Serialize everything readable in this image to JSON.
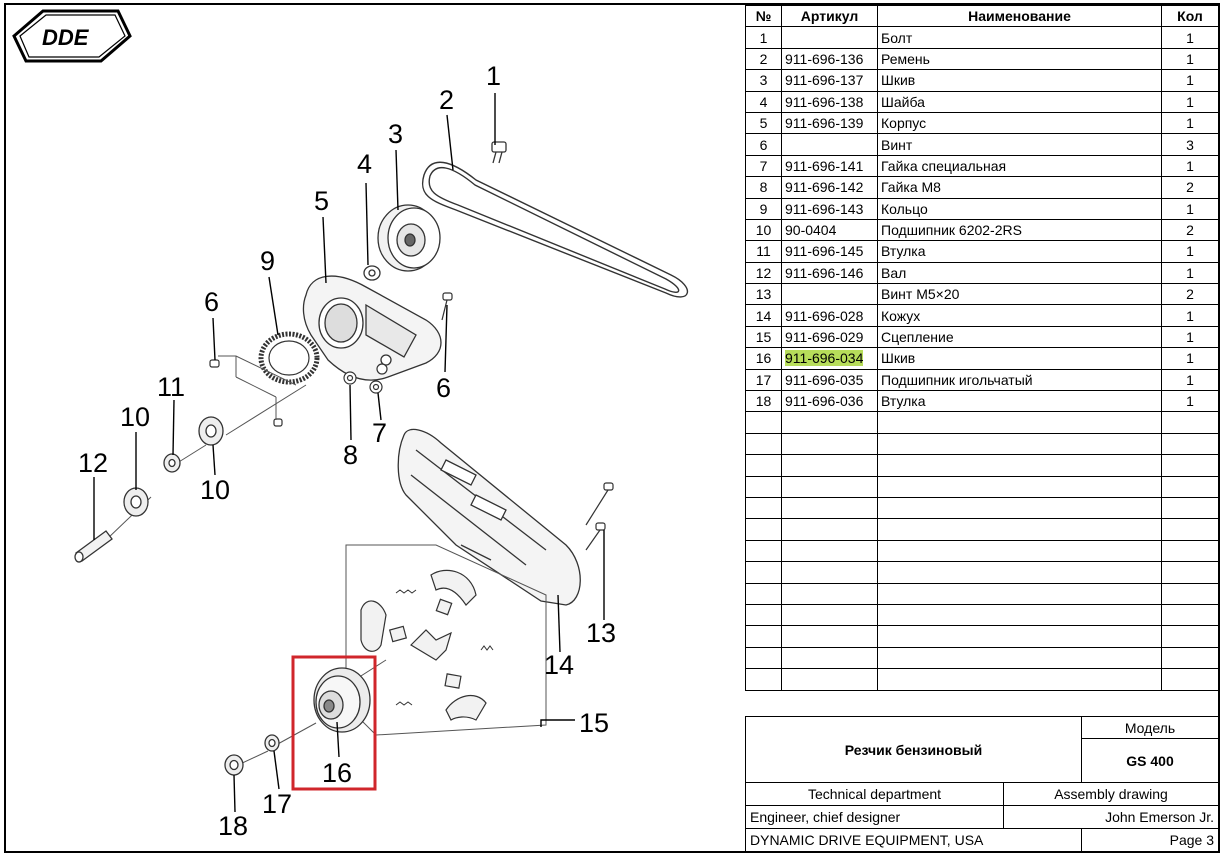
{
  "logo": {
    "text": "DDE"
  },
  "table": {
    "headers": {
      "no": "№",
      "article": "Артикул",
      "name": "Наименование",
      "qty": "Кол"
    },
    "rows": [
      {
        "no": "1",
        "article": "",
        "name": "Болт",
        "qty": "1"
      },
      {
        "no": "2",
        "article": "911-696-136",
        "name": "Ремень",
        "qty": "1"
      },
      {
        "no": "3",
        "article": "911-696-137",
        "name": "Шкив",
        "qty": "1"
      },
      {
        "no": "4",
        "article": "911-696-138",
        "name": "Шайба",
        "qty": "1"
      },
      {
        "no": "5",
        "article": "911-696-139",
        "name": "Корпус",
        "qty": "1"
      },
      {
        "no": "6",
        "article": "",
        "name": "Винт",
        "qty": "3"
      },
      {
        "no": "7",
        "article": "911-696-141",
        "name": "Гайка специальная",
        "qty": "1"
      },
      {
        "no": "8",
        "article": "911-696-142",
        "name": "Гайка М8",
        "qty": "2"
      },
      {
        "no": "9",
        "article": "911-696-143",
        "name": "Кольцо",
        "qty": "1"
      },
      {
        "no": "10",
        "article": "90-0404",
        "name": "Подшипник 6202-2RS",
        "qty": "2"
      },
      {
        "no": "11",
        "article": "911-696-145",
        "name": "Втулка",
        "qty": "1"
      },
      {
        "no": "12",
        "article": "911-696-146",
        "name": "Вал",
        "qty": "1"
      },
      {
        "no": "13",
        "article": "",
        "name": "Винт М5×20",
        "qty": "2"
      },
      {
        "no": "14",
        "article": "911-696-028",
        "name": "Кожух",
        "qty": "1"
      },
      {
        "no": "15",
        "article": "911-696-029",
        "name": "Сцепление",
        "qty": "1"
      },
      {
        "no": "16",
        "article": "911-696-034",
        "name": "Шкив",
        "qty": "1",
        "highlight": true
      },
      {
        "no": "17",
        "article": "911-696-035",
        "name": "Подшипник игольчатый",
        "qty": "1"
      },
      {
        "no": "18",
        "article": "911-696-036",
        "name": "Втулка",
        "qty": "1"
      }
    ],
    "empty_rows": 13,
    "highlight_color": "#b7dd5a"
  },
  "title_block": {
    "product_name": "Резчик бензиновый",
    "model_label": "Модель",
    "model": "GS 400",
    "department": "Technical department",
    "doc_type": "Assembly drawing",
    "role": "Engineer, chief designer",
    "person": "John Emerson Jr.",
    "company": "DYNAMIC DRIVE EQUIPMENT, USA",
    "page": "Page 3"
  },
  "diagram": {
    "callouts": [
      "1",
      "2",
      "3",
      "4",
      "5",
      "6",
      "6",
      "7",
      "8",
      "9",
      "10",
      "10",
      "11",
      "12",
      "13",
      "14",
      "15",
      "16",
      "17",
      "18"
    ],
    "highlight_box_color": "#d0262b"
  }
}
